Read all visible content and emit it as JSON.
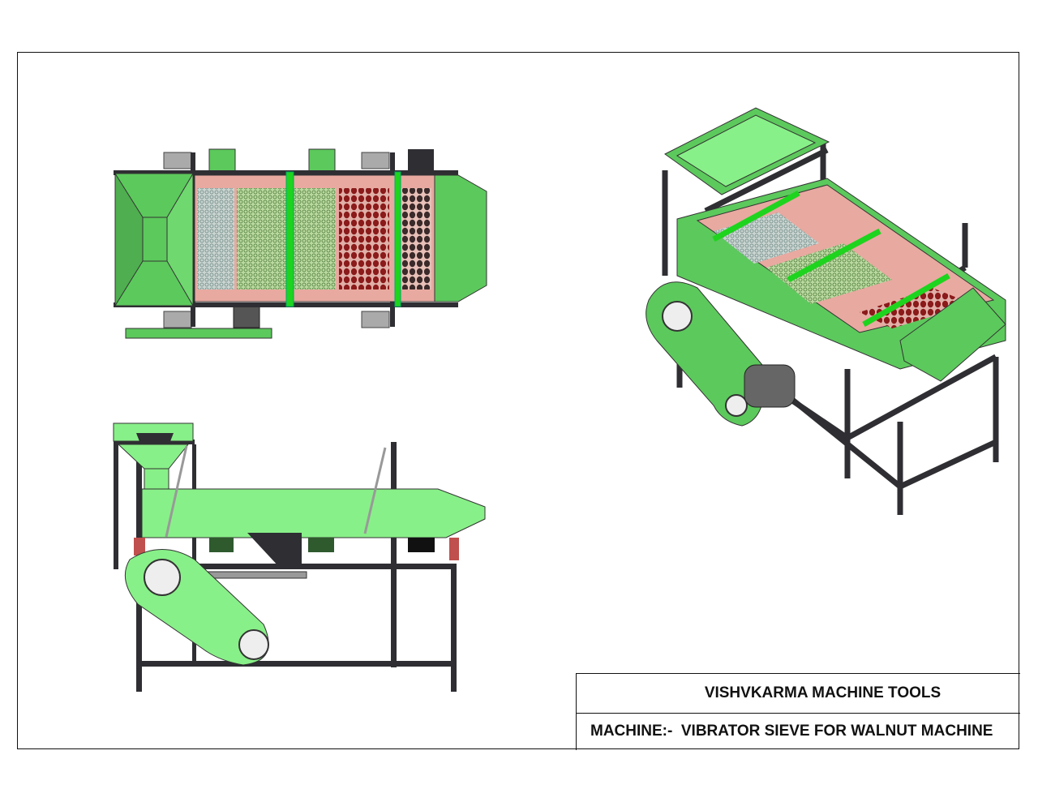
{
  "title_block": {
    "company": "VISHVKARMA MACHINE TOOLS",
    "machine": "MACHINE:-  VIBRATOR SIEVE FOR WALNUT MACHINE"
  },
  "views": [
    "top-view",
    "side-view",
    "isometric-view"
  ],
  "colors": {
    "body_green": "#5cc95c",
    "light_green": "#88f088",
    "bright_green": "#1ed41e",
    "frame": "#2e2e33",
    "sieve_bed": "#e8a9a0",
    "mesh_red": "#8b1a1a",
    "border": "#111111"
  }
}
